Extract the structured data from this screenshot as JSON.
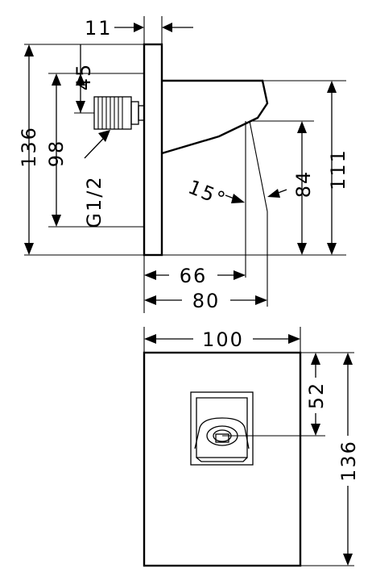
{
  "side_view": {
    "dim_plate_thickness": "11",
    "dim_overall_height": "136",
    "dim_top_to_connection": "45",
    "dim_connection_height": "98",
    "dim_thread": "G1/2",
    "dim_outlet_height": "111",
    "dim_lower_outlet_height": "84",
    "dim_angle": "15°",
    "dim_projection_short": "66",
    "dim_projection_long": "80"
  },
  "front_view": {
    "dim_width": "100",
    "dim_height": "136",
    "dim_outlet_depth": "52"
  }
}
